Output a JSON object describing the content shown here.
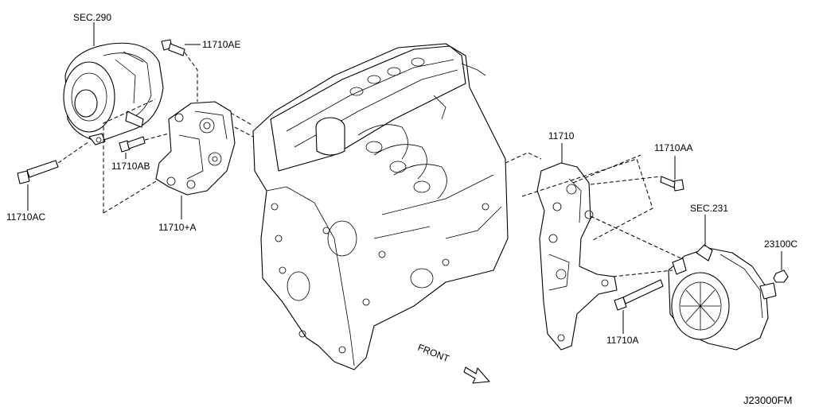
{
  "labels": {
    "sec290": "SEC.290",
    "p11710AE": "11710AE",
    "p11710AB": "11710AB",
    "p11710AC": "11710AC",
    "p11710plusA": "11710+A",
    "p11710": "11710",
    "p11710AA": "11710AA",
    "sec231": "SEC.231",
    "p23100C": "23100C",
    "p11710A": "11710A",
    "front": "FRONT",
    "code": "J23000FM"
  }
}
